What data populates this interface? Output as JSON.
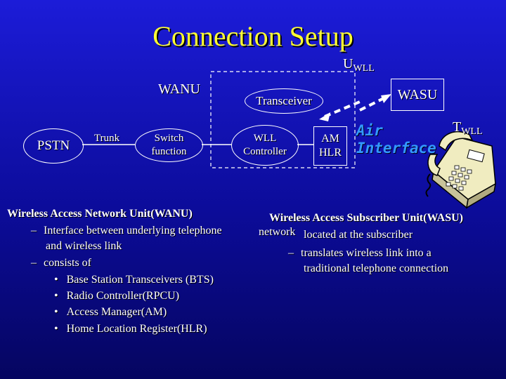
{
  "title": "Connection Setup",
  "diagram": {
    "u_wll": {
      "main": "U",
      "sub": "WLL"
    },
    "t_wll": {
      "main": "T",
      "sub": "WLL"
    },
    "wanu": "WANU",
    "wasu": "WASU",
    "transceiver": "Transceiver",
    "pstn": "PSTN",
    "trunk": "Trunk",
    "switch_function": [
      "Switch",
      "function"
    ],
    "wll_controller": [
      "WLL",
      "Controller"
    ],
    "am_hlr": [
      "AM",
      "HLR"
    ],
    "air_interface": [
      "Air",
      "Interface"
    ]
  },
  "wanu_text": {
    "heading": "Wireless Access Network Unit(WANU)",
    "dash1_line1": "Interface between underlying telephone",
    "dash1_line2": "and wireless link",
    "dash2": "consists of",
    "items": [
      "Base Station Transceivers (BTS)",
      "Radio Controller(RPCU)",
      "Access Manager(AM)",
      "Home Location Register(HLR)"
    ]
  },
  "wasu_text": {
    "heading": "Wireless Access Subscriber Unit(WASU)",
    "dash1_prefix": "network",
    "dash1_rest": "located at the subscriber",
    "dash2_line1": "translates wireless link into a",
    "dash2_line2": "traditional   telephone connection"
  },
  "symbols": {
    "dash": "–",
    "bullet": "•"
  },
  "colors": {
    "background": "#1414c0",
    "title": "#ffff33",
    "air_interface": "#3399ff"
  }
}
